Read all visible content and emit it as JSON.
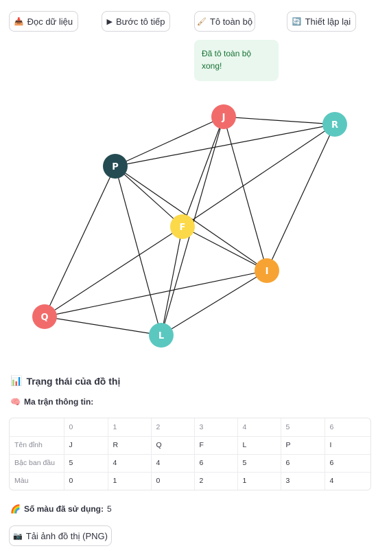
{
  "toolbar": {
    "read_label": "Đọc dữ liệu",
    "read_icon": "inbox-tray-icon",
    "step_label": "Bước tô tiếp",
    "step_icon": "play-icon",
    "color_all_label": "Tô toàn bộ",
    "color_all_icon": "brush-icon",
    "reset_label": "Thiết lập lại",
    "reset_icon": "refresh-icon"
  },
  "status_message": "Đã tô toàn bộ xong!",
  "graph": {
    "nodes": [
      {
        "id": "J",
        "color": "#f26b6b"
      },
      {
        "id": "R",
        "color": "#5bc8c0"
      },
      {
        "id": "P",
        "color": "#244b52"
      },
      {
        "id": "F",
        "color": "#fbd949"
      },
      {
        "id": "I",
        "color": "#f7a333"
      },
      {
        "id": "Q",
        "color": "#f26b6b"
      },
      {
        "id": "L",
        "color": "#5bc8c0"
      }
    ],
    "edges": [
      [
        "J",
        "R"
      ],
      [
        "J",
        "P"
      ],
      [
        "J",
        "F"
      ],
      [
        "J",
        "I"
      ],
      [
        "J",
        "L"
      ],
      [
        "R",
        "P"
      ],
      [
        "R",
        "F"
      ],
      [
        "R",
        "I"
      ],
      [
        "P",
        "F"
      ],
      [
        "P",
        "I"
      ],
      [
        "P",
        "Q"
      ],
      [
        "P",
        "L"
      ],
      [
        "F",
        "I"
      ],
      [
        "F",
        "Q"
      ],
      [
        "F",
        "L"
      ],
      [
        "I",
        "Q"
      ],
      [
        "I",
        "L"
      ],
      [
        "Q",
        "L"
      ]
    ]
  },
  "state_section": {
    "title": "Trạng thái của đồ thị",
    "icon": "bar-chart-icon",
    "matrix_title": "Ma trận thông tin:",
    "matrix_icon": "brain-icon"
  },
  "table": {
    "columns": [
      "",
      "0",
      "1",
      "2",
      "3",
      "4",
      "5",
      "6"
    ],
    "rows": [
      [
        "Tên đỉnh",
        "J",
        "R",
        "Q",
        "F",
        "L",
        "P",
        "I"
      ],
      [
        "Bậc ban đầu",
        "5",
        "4",
        "4",
        "6",
        "5",
        "6",
        "6"
      ],
      [
        "Màu",
        "0",
        "1",
        "0",
        "2",
        "1",
        "3",
        "4"
      ]
    ]
  },
  "colors_used": {
    "label": "Số màu đã sử dụng:",
    "value": "5",
    "icon": "rainbow-icon"
  },
  "download": {
    "label": "Tải ảnh đồ thị (PNG)",
    "icon": "camera-icon"
  }
}
